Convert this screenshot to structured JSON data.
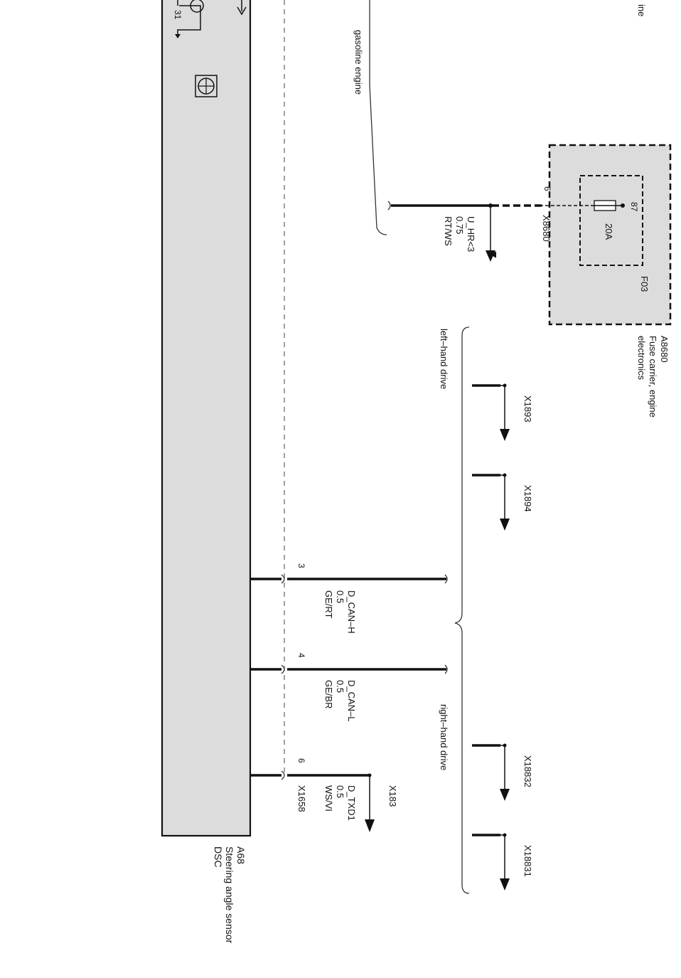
{
  "colors": {
    "module_fill": "#dcdcdc",
    "line": "#111111",
    "shield": "#888888"
  },
  "top_edge": {
    "text": "ine"
  },
  "gasoline": {
    "text": "gasoline engine"
  },
  "pin31": {
    "text": "31"
  },
  "fuse_carrier": {
    "id": "A8680",
    "name_line1": "Fuse carrier, engine",
    "name_line2": "electronics",
    "fuse_id": "F03",
    "fuse_rating": "20A",
    "fuse_pin": "87",
    "connector": "X8680",
    "connector_pin": "6"
  },
  "supply_wire": {
    "name": "U_HR<3",
    "gauge": "0.75",
    "color": "RT/WS"
  },
  "left_hand": {
    "label": "left–hand drive",
    "connectors": [
      "X1893",
      "X1894"
    ]
  },
  "right_hand": {
    "label": "right–hand drive",
    "connectors": [
      "X18832",
      "X18831"
    ]
  },
  "can_h": {
    "pin": "3",
    "name": "D_CAN–H",
    "gauge": "0.5",
    "color": "GE/RT"
  },
  "can_l": {
    "pin": "4",
    "name": "D_CAN–L",
    "gauge": "0.5",
    "color": "GE/BR"
  },
  "txd": {
    "pin": "6",
    "name": "D_TXD1",
    "gauge": "0.5",
    "color": "WS/VI",
    "connector": "X1658",
    "dest": "X183"
  },
  "module": {
    "id": "A68",
    "name_line1": "Steering angle sensor",
    "name_line2": "DSC"
  }
}
